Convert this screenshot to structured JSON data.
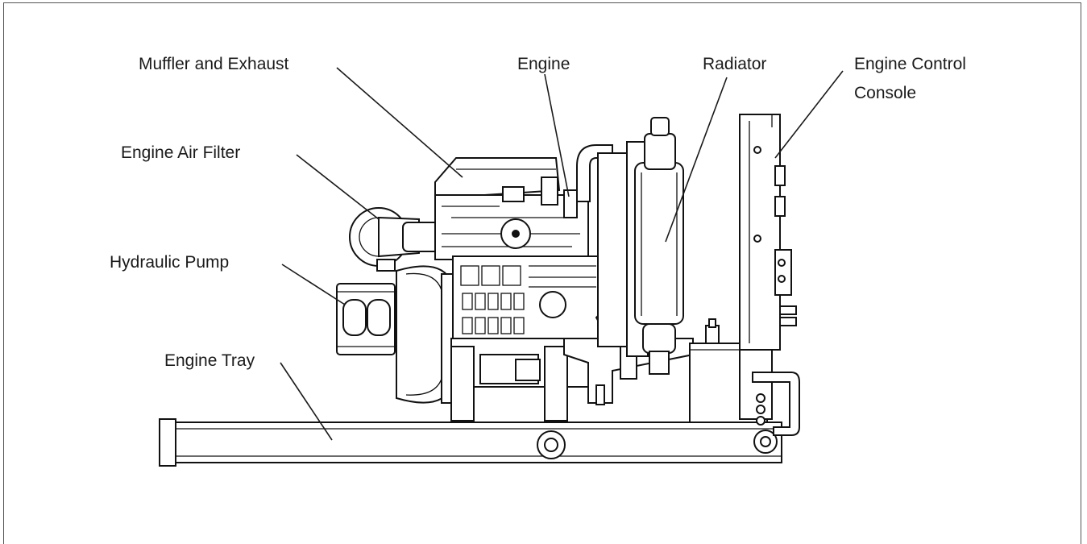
{
  "labels": {
    "muffler": "Muffler and Exhaust",
    "engine": "Engine",
    "radiator": "Radiator",
    "console_line1": "Engine Control",
    "console_line2": "Console",
    "air_filter": "Engine Air Filter",
    "pump": "Hydraulic Pump",
    "tray": "Engine Tray"
  }
}
